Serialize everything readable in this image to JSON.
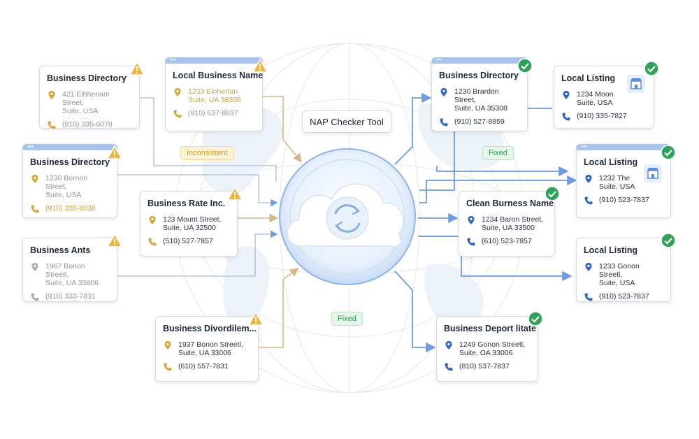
{
  "tool": {
    "label": "NAP Checker Tool"
  },
  "chips": {
    "inconsistent": "Inconsistent",
    "fixed_top": "Fixed",
    "fixed_bottom": "Fixed"
  },
  "colors": {
    "warning": "#f1b23a",
    "success": "#2ea358",
    "accent": "#5b8ed6",
    "gold": "#d9a63a"
  },
  "icons": {
    "status_inconsistent": "warning-icon",
    "status_fixed": "check-icon",
    "address": "pin-icon",
    "phone": "phone-icon",
    "listing": "store-icon",
    "tool": "sync-icon"
  },
  "inconsistent_listings": [
    {
      "title": "Business Directory",
      "address": "421 Elbhenam Street,\nSuite, USA",
      "phone": "(810) 335-6078"
    },
    {
      "title": "Local Business Name",
      "address": "1233 Elohertan\nSuite, UA 38308",
      "phone": "(910) 537-8837"
    },
    {
      "title": "Business Directory",
      "address": "1230 Bornon Street,\nSuite, USA",
      "phone": "(910) 335-8038"
    },
    {
      "title": "Business Rate Inc.",
      "address": "123 Mount Street,\nSuite, UA 32500",
      "phone": "(510) 527-7857"
    },
    {
      "title": "Business Ants",
      "address": "1967 Bonon Streetl,\nSuite, UA 33806",
      "phone": "(910) 333-7831"
    },
    {
      "title": "Business Divordilem...",
      "address": "1937 Bonon Streetl,\nSuite, UA 33006",
      "phone": "(610) 557-7831"
    }
  ],
  "fixed_listings": [
    {
      "title": "Business Directory",
      "address": "1230 Brardon Street,\nSuite, UA 35308",
      "phone": "(910) 527-8859"
    },
    {
      "title": "Local Listing",
      "address": "1234 Moon\nSuite, USA",
      "phone": "(910) 335-7827"
    },
    {
      "title": "Local Listing",
      "address": "1232 The\nSuite, USA",
      "phone": "(910) 523-7837"
    },
    {
      "title": "Clean Burness Name",
      "address": "1234 Baron Street,\nSuite, UA 33500",
      "phone": "(610) 523-7857"
    },
    {
      "title": "Local Listing",
      "address": "1233 Gonon Streetl,\nSuite, USA",
      "phone": "(910) 523-7837"
    },
    {
      "title": "Business Deport litate",
      "address": "1249 Gonon Streetl,\nSuite, OA 33006",
      "phone": "(810) 537-7837"
    }
  ]
}
